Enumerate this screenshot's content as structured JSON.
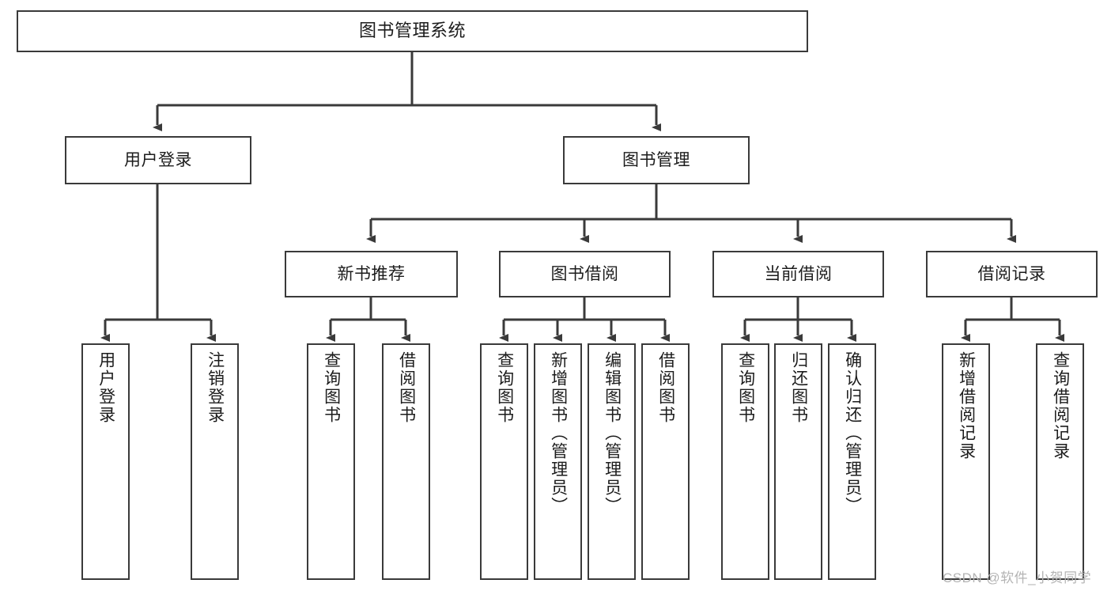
{
  "diagram": {
    "title": "图书管理系统",
    "type": "tree-hierarchy-diagram",
    "root": {
      "id": "root",
      "label": "图书管理系统"
    },
    "level2": [
      {
        "id": "user-login",
        "label": "用户登录"
      },
      {
        "id": "book-manage",
        "label": "图书管理"
      }
    ],
    "level3": [
      {
        "id": "new-book-recommend",
        "label": "新书推荐",
        "parent": "book-manage"
      },
      {
        "id": "book-borrow",
        "label": "图书借阅",
        "parent": "book-manage"
      },
      {
        "id": "current-borrow",
        "label": "当前借阅",
        "parent": "book-manage"
      },
      {
        "id": "borrow-record",
        "label": "借阅记录",
        "parent": "book-manage"
      }
    ],
    "leaves": [
      {
        "id": "leaf-user-login",
        "label": "用户登录",
        "parent": "user-login"
      },
      {
        "id": "leaf-user-logout",
        "label": "注销登录",
        "parent": "user-login"
      },
      {
        "id": "leaf-query-book-1",
        "label": "查询图书",
        "parent": "new-book-recommend"
      },
      {
        "id": "leaf-borrow-book-1",
        "label": "借阅图书",
        "parent": "new-book-recommend"
      },
      {
        "id": "leaf-query-book-2",
        "label": "查询图书",
        "parent": "book-borrow"
      },
      {
        "id": "leaf-add-book",
        "label": "新增图书（管理员）",
        "parent": "book-borrow"
      },
      {
        "id": "leaf-edit-book",
        "label": "编辑图书（管理员）",
        "parent": "book-borrow"
      },
      {
        "id": "leaf-borrow-book-2",
        "label": "借阅图书",
        "parent": "book-borrow"
      },
      {
        "id": "leaf-query-book-3",
        "label": "查询图书",
        "parent": "current-borrow"
      },
      {
        "id": "leaf-return-book",
        "label": "归还图书",
        "parent": "current-borrow"
      },
      {
        "id": "leaf-confirm-return",
        "label": "确认归还（管理员）",
        "parent": "current-borrow"
      },
      {
        "id": "leaf-add-record",
        "label": "新增借阅记录",
        "parent": "borrow-record"
      },
      {
        "id": "leaf-query-record",
        "label": "查询借阅记录",
        "parent": "borrow-record"
      }
    ],
    "colors": {
      "box_border": "#3a3a3a",
      "box_fill": "#ffffff",
      "connector": "#3a3a3a",
      "text": "#1c1c1c",
      "watermark": "#b4b4b4"
    }
  },
  "watermark": {
    "text": "CSDN @软件_小贺同学"
  }
}
